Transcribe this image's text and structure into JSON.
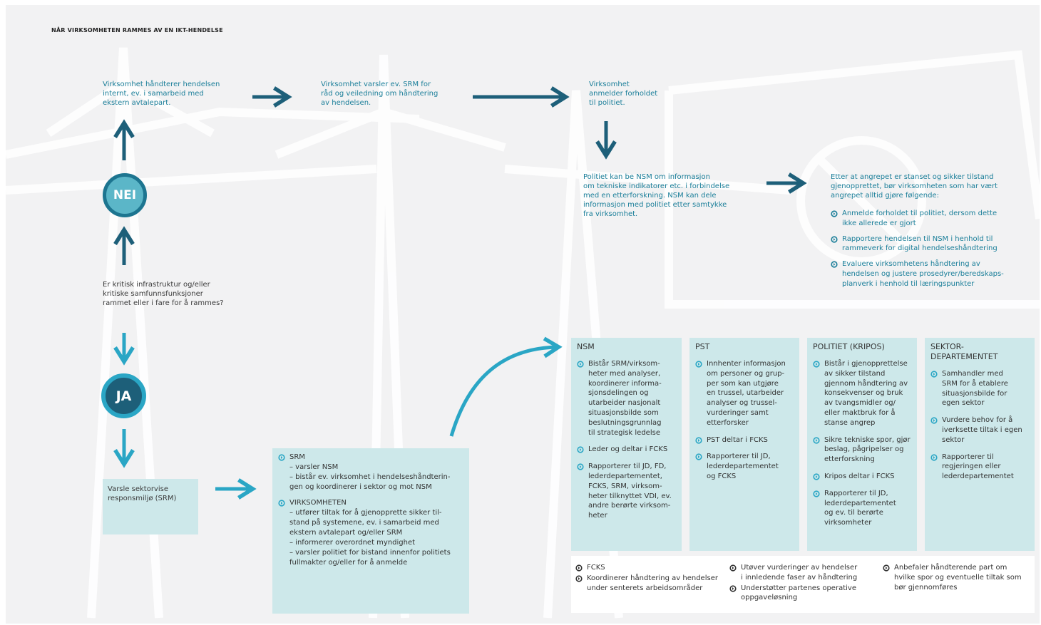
{
  "title": "NÅR VIRKSOMHETEN RAMMES AV EN IKT-HENDELSE",
  "colors": {
    "teal": "#1a7e99",
    "dark_teal": "#1d5f79",
    "box": "#cde8ea",
    "bg": "#f2f2f3"
  },
  "flow": {
    "question": "Er kritisk infrastruktur og/eller\nkritiske samfunnsfunksjoner\nrammet eller i fare for å rammes?",
    "nei": "NEI",
    "ja": "JA",
    "step1": "Virksomhet håndterer hendelsen\ninternt, ev. i samarbeid med\nekstern avtalepart.",
    "step2": "Virksomhet varsler ev. SRM for\nråd og veiledning om håndtering\nav hendelsen.",
    "step3": "Virksomhet\nanmelder forholdet\ntil politiet.",
    "step4": "Politiet kan be NSM om informasjon\nom tekniske indikatorer etc. i forbindelse\nmed en etterforskning. NSM kan dele\ninformasjon med politiet etter samtykke\nfra virksomhet.",
    "after": {
      "intro": "Etter at angrepet er stanset og sikker tilstand\ngjenopprettet, bør virksomheten som har vært\nangrepet alltid gjøre følgende:",
      "items": [
        "Anmelde forholdet til politiet, dersom dette\nikke allerede er gjort",
        "Rapportere hendelsen til NSM i henhold til\nrammeverk for digital hendelseshåndtering",
        "Evaluere virksomhetens håndtering av\nhendelsen og justere prosedyrer/beredskaps-\nplanverk i henhold til læringspunkter"
      ]
    },
    "varsle": "Varsle sektorvise\nresponsmiljø (SRM)"
  },
  "srm_box": [
    {
      "text": "SRM\n– varsler NSM\n– bistår ev. virksomhet i hendelseshåndterin-\ngen og koordinerer i sektor og mot NSM"
    },
    {
      "text": "VIRKSOMHETEN\n– utfører tiltak for å gjenopprette sikker til-\nstand på systemene, ev. i samarbeid med\nekstern avtalepart og/eller SRM\n– informerer overordnet myndighet\n– varsler politiet for bistand innenfor politiets\nfullmakter og/eller for å anmelde"
    }
  ],
  "columns": [
    {
      "header": "NSM",
      "items": [
        "Bistår SRM/virksom-\nheter med analyser,\nkoordinerer informa-\nsjonsdelingen og\nutarbeider nasjonalt\nsituasjonsbilde som\nbeslutningsgrunnlag\ntil strategisk ledelse",
        "Leder og deltar i FCKS",
        "Rapporterer til JD, FD,\nlederdepartementet,\nFCKS, SRM, virksom-\nheter tilknyttet VDI, ev.\nandre berørte virksom-\nheter"
      ]
    },
    {
      "header": "PST",
      "items": [
        "Innhenter informasjon\nom personer og grup-\nper som kan utgjøre\nen trussel, utarbeider\nanalyser og trussel-\nvurderinger samt\netterforsker",
        "PST deltar i FCKS",
        "Rapporterer til JD,\nlederdepartementet\nog FCKS"
      ]
    },
    {
      "header": "POLITIET (KRIPOS)",
      "items": [
        "Bistår i gjenopprettelse\nav sikker tilstand\ngjennom håndtering av\nkonsekvenser og bruk\nav tvangsmidler og/\neller maktbruk for å\nstanse angrep",
        "Sikre tekniske spor, gjør\nbeslag, pågripelser og\netterforskning",
        "Kripos deltar i FCKS",
        "Rapporterer til JD,\nlederdepartementet\nog ev. til berørte\nvirksomheter"
      ]
    },
    {
      "header": "SEKTOR-\nDEPARTEMENTET",
      "items": [
        "Samhandler med\nSRM for å etablere\nsituasjonsbilde for\negen sektor",
        "Vurdere behov for å\niverksette tiltak i egen\nsektor",
        "Rapporterer til\nregjeringen eller\nlederdepartementet"
      ]
    }
  ],
  "fcks": {
    "col1": [
      "FCKS",
      "Koordinerer håndtering av hendelser\nunder senterets arbeidsområder"
    ],
    "col2": [
      "Utøver vurderinger av hendelser\ni innledende faser av håndtering",
      "Understøtter partenes operative\noppgaveløsning"
    ],
    "col3": [
      "Anbefaler håndterende part om\nhvilke spor og eventuelle tiltak som\nbør gjennomføres"
    ]
  }
}
